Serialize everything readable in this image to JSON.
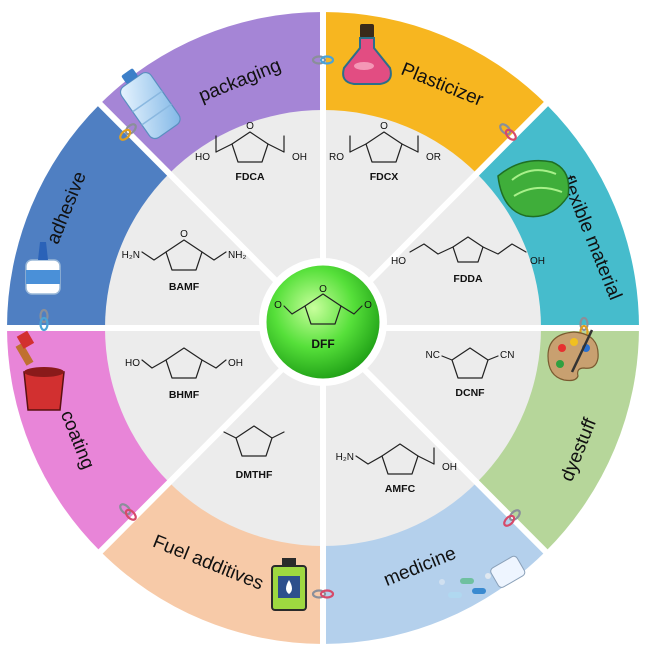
{
  "center": {
    "label": "DFF",
    "color": "#3fd42a"
  },
  "applications": [
    {
      "label": "packaging",
      "color": "#a585d6",
      "icon": "bottle-icon"
    },
    {
      "label": "Plasticizer",
      "color": "#f7b620",
      "icon": "flask-icon"
    },
    {
      "label": "flexible material",
      "color": "#46bccc",
      "icon": "green-material-icon"
    },
    {
      "label": "dyestuff",
      "color": "#b6d69a",
      "icon": "palette-icon"
    },
    {
      "label": "medicine",
      "color": "#b4d0ec",
      "icon": "pills-icon"
    },
    {
      "label": "Fuel additives",
      "color": "#f7caa8",
      "icon": "fuel-can-icon"
    },
    {
      "label": "coating",
      "color": "#e885d8",
      "icon": "paint-bucket-icon"
    },
    {
      "label": "adhesive",
      "color": "#4f7fc2",
      "icon": "glue-bottle-icon"
    }
  ],
  "compounds": [
    {
      "label": "FDCA",
      "left_group": "HO",
      "right_group": "OH"
    },
    {
      "label": "FDCX",
      "left_group": "RO",
      "right_group": "OR"
    },
    {
      "label": "FDDA",
      "left_group": "HO",
      "right_group": "OH"
    },
    {
      "label": "DCNF",
      "left_group": "NC",
      "right_group": "CN"
    },
    {
      "label": "AMFC",
      "left_group": "H₂N",
      "right_group": "OH"
    },
    {
      "label": "DMTHF",
      "left_group": "",
      "right_group": ""
    },
    {
      "label": "BHMF",
      "left_group": "HO",
      "right_group": "OH"
    },
    {
      "label": "BAMF",
      "left_group": "H₂N",
      "right_group": "NH₂"
    }
  ]
}
